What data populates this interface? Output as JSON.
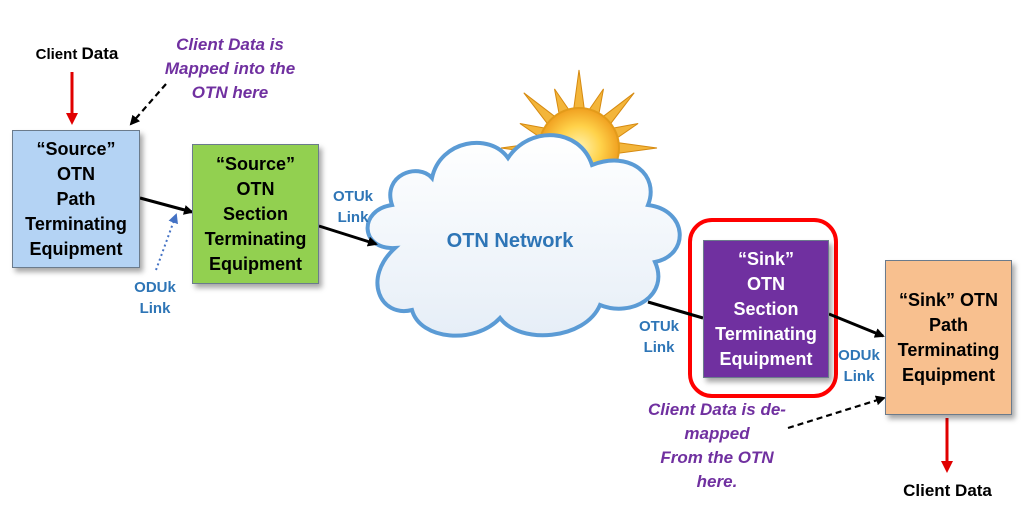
{
  "colors": {
    "source_path_box": "#b4d3f4",
    "source_section_box": "#92d050",
    "sink_section_box": "#7030a0",
    "sink_path_box": "#f8c08f",
    "highlight_outline": "#ff0000",
    "client_arrow": "#e00000",
    "link_label": "#2e75b6",
    "annotation": "#7030a0",
    "cloud_outline": "#5b9bd5"
  },
  "icons": {
    "network": "cloud-icon",
    "decoration": "sun-icon"
  },
  "client_data_in": {
    "prefix": "Client",
    "suffix": "Data"
  },
  "client_data_out": "Client Data",
  "annotation_mapped": "Client Data is\nMapped into the\nOTN here",
  "annotation_demapped": "Client Data is de-\nmapped\nFrom the OTN\nhere.",
  "boxes": {
    "source_path": "“Source”\nOTN\nPath\nTerminating\nEquipment",
    "source_section": "“Source”\nOTN\nSection\nTerminating\nEquipment",
    "sink_section": "“Sink”\nOTN\nSection\nTerminating\nEquipment",
    "sink_path": "“Sink” OTN\nPath\nTerminating\nEquipment"
  },
  "network_label": "OTN Network",
  "links": {
    "oduk_source": "ODUk\nLink",
    "otuk_source": "OTUk\nLink",
    "otuk_sink": "OTUk\nLink",
    "oduk_sink": "ODUk\nLink"
  }
}
